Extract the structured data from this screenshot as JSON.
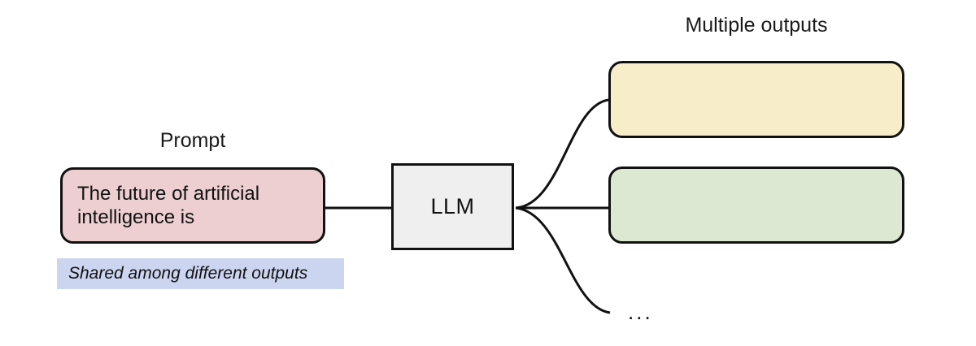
{
  "diagram": {
    "title_left": "Prompt",
    "title_right": "Multiple outputs",
    "prompt": {
      "label": "Prompt",
      "text": "The future of artificial intelligence is",
      "fill_color": "#edcfd1",
      "border_color": "#111111"
    },
    "shared_note": {
      "text": "Shared among different outputs",
      "highlight_color": "#ccd5f0",
      "style": "italic"
    },
    "model": {
      "label": "LLM",
      "fill_color": "#efefef",
      "border_color": "#111111"
    },
    "outputs": {
      "label": "Multiple outputs",
      "items": [
        {
          "name": "output-1",
          "text": "",
          "fill_color": "#f7edc9"
        },
        {
          "name": "output-2",
          "text": "",
          "fill_color": "#dde8d2"
        }
      ],
      "more_indicator": "..."
    }
  }
}
